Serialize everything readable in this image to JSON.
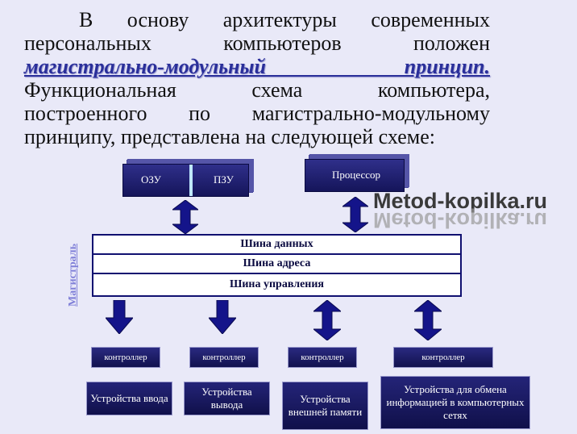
{
  "paragraph": {
    "line1": "В основу архитектуры современных",
    "line2": "персональных компьютеров положен",
    "emphasis": "магистрально-модульный принцип.",
    "line4": "Функциональная схема компьютера,",
    "line5": "построенного по магистрально-модульному",
    "line6": "принципу, представлена на следующей схеме:"
  },
  "diagram": {
    "memory": {
      "ram": "ОЗУ",
      "rom": "ПЗУ"
    },
    "processor": "Процессор",
    "bus_label": "Магистраль",
    "bus": [
      "Шина данных",
      "Шина адреса",
      "Шина управления"
    ],
    "controllers": [
      "контроллер",
      "контроллер",
      "контроллер",
      "контроллер"
    ],
    "devices": [
      "Устройства ввода",
      "Устройства вывода",
      "Устройства внешней памяти",
      "Устройства для обмена информацией в компьютерных сетях"
    ]
  },
  "watermark": "Metod-kopilka.ru",
  "colors": {
    "box": "#1c1c66",
    "arrow": "#14148a",
    "background": "#e9e9f8",
    "emphasis": "#2a2f9a"
  }
}
